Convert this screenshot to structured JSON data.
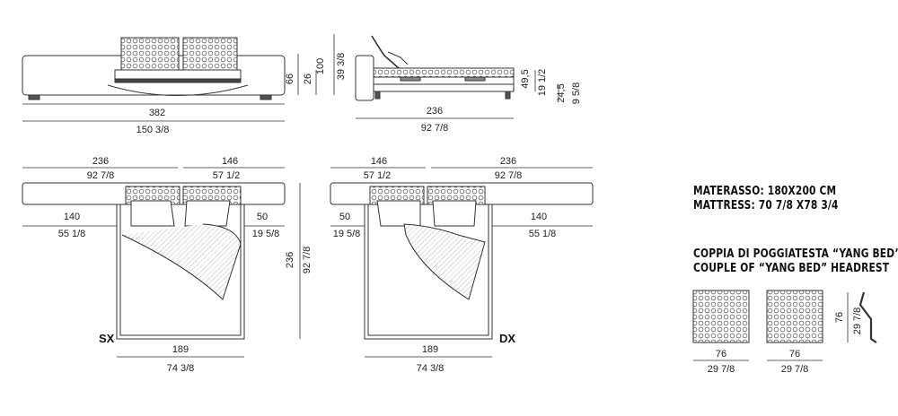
{
  "front_view": {
    "dims_v": [
      "66",
      "26",
      "100",
      "39 3/8"
    ],
    "dims_h": [
      "382",
      "150 3/8"
    ]
  },
  "side_view": {
    "dims_h": [
      "236",
      "92 7/8"
    ],
    "dims_v": [
      "49,5",
      "19 1/2",
      "24,5",
      "9 5/8"
    ]
  },
  "plan_sx": {
    "label": "SX",
    "top": [
      "236",
      "92 7/8",
      "146",
      "57 1/2"
    ],
    "left": [
      "140",
      "55 1/8"
    ],
    "right": [
      "50",
      "19 5/8"
    ],
    "depth": [
      "236",
      "92 7/8"
    ],
    "bottom": [
      "189",
      "74 3/8"
    ]
  },
  "plan_dx": {
    "label": "DX",
    "top": [
      "146",
      "57 1/2",
      "236",
      "92 7/8"
    ],
    "left": [
      "50",
      "19 5/8"
    ],
    "right": [
      "140",
      "55 1/8"
    ],
    "bottom": [
      "189",
      "74 3/8"
    ]
  },
  "notes": {
    "mattress_it": "MATERASSO: 180X200 CM",
    "mattress_en": "MATTRESS: 70 7/8 X78 3/4",
    "headrest_it": "COPPIA DI POGGIATESTA “YANG BED”",
    "headrest_en": "COUPLE OF “YANG BED” HEADREST"
  },
  "headrest": {
    "w1": [
      "76",
      "29 7/8"
    ],
    "w2": [
      "76",
      "29 7/8"
    ],
    "h": [
      "76",
      "29 7/8"
    ]
  }
}
